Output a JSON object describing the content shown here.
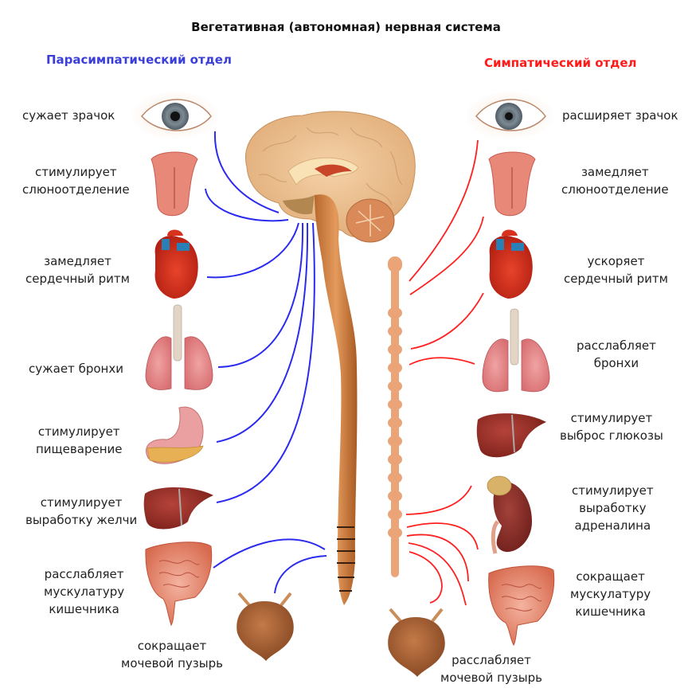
{
  "title": "Вегетативная (автономная) нервная система",
  "colors": {
    "parasympathetic": "#2b2bf0",
    "sympathetic": "#ff2020",
    "parasympathetic_heading": "#3b3fd8",
    "sympathetic_heading": "#ff1a1a"
  },
  "parasympathetic": {
    "heading": "Парасимпатический отдел",
    "items": [
      {
        "organ": "eye",
        "lines": [
          "сужает зрачок"
        ]
      },
      {
        "organ": "tongue",
        "lines": [
          "стимулирует",
          "слюноотделение"
        ]
      },
      {
        "organ": "heart",
        "lines": [
          "замедляет",
          "сердечный ритм"
        ]
      },
      {
        "organ": "lungs",
        "lines": [
          "сужает бронхи"
        ]
      },
      {
        "organ": "stomach",
        "lines": [
          "стимулирует",
          "пищеварение"
        ]
      },
      {
        "organ": "liver",
        "lines": [
          "стимулирует",
          "выработку желчи"
        ]
      },
      {
        "organ": "intestines",
        "lines": [
          "расслабляет",
          "мускулатуру",
          "кишечника"
        ]
      },
      {
        "organ": "bladder",
        "lines": [
          "сокращает",
          "мочевой пузырь"
        ]
      }
    ]
  },
  "sympathetic": {
    "heading": "Симпатический отдел",
    "items": [
      {
        "organ": "eye",
        "lines": [
          "расширяет зрачок"
        ]
      },
      {
        "organ": "tongue",
        "lines": [
          "замедляет",
          "слюноотделение"
        ]
      },
      {
        "organ": "heart",
        "lines": [
          "ускоряет",
          "сердечный ритм"
        ]
      },
      {
        "organ": "lungs",
        "lines": [
          "расслабляет",
          "бронхи"
        ]
      },
      {
        "organ": "liver",
        "lines": [
          "стимулирует",
          "выброс глюкозы"
        ]
      },
      {
        "organ": "kidney-adrenal",
        "lines": [
          "стимулирует",
          "выработку",
          "адреналина"
        ]
      },
      {
        "organ": "intestines",
        "lines": [
          "сокращает",
          "мускулатуру",
          "кишечника"
        ]
      },
      {
        "organ": "bladder",
        "lines": [
          "расслабляет",
          "мочевой пузырь"
        ]
      }
    ]
  }
}
